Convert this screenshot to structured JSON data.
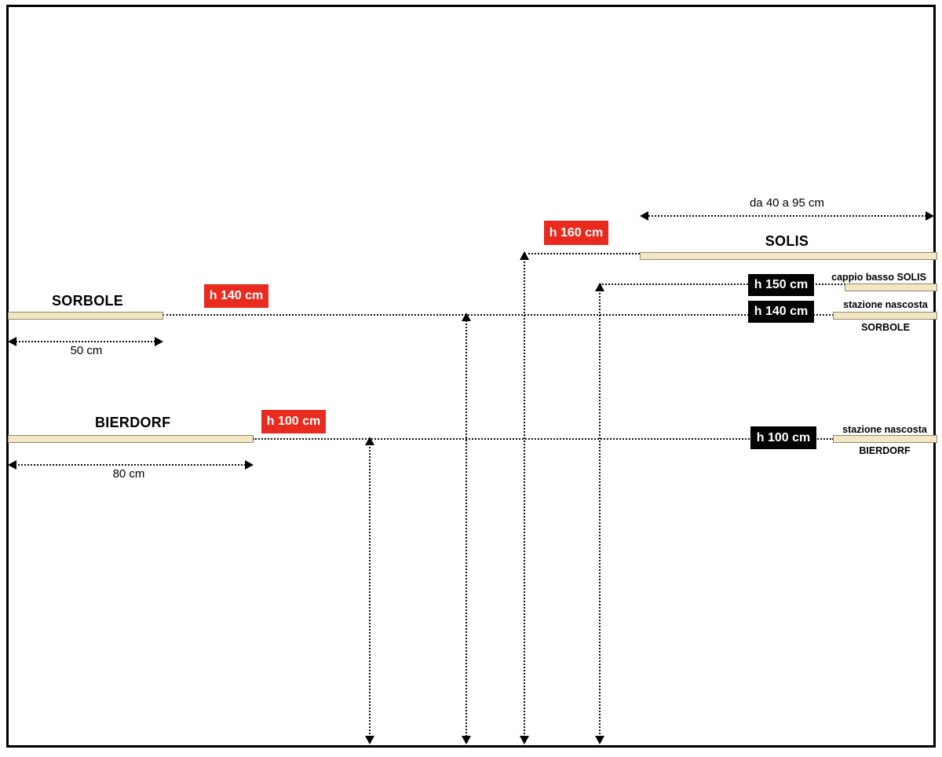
{
  "colors": {
    "accent_red": "#E92A1E",
    "badge_black": "#030303",
    "shelf_fill": "#F4E6C3",
    "shelf_border": "#8A8A70",
    "line_black": "#111111"
  },
  "left_platforms": {
    "sorbole": {
      "title": "SORBOLE",
      "height_badge": "h 140 cm",
      "width_measure": "50 cm"
    },
    "bierdorf": {
      "title": "BIERDORF",
      "height_badge": "h 100 cm",
      "width_measure": "80 cm"
    }
  },
  "solis": {
    "title": "SOLIS",
    "height_badge": "h 160 cm",
    "range_measure": "da 40 a 95 cm"
  },
  "right_stations": {
    "cappio_solis": {
      "height_badge": "h 150 cm",
      "caption": "cappio basso SOLIS"
    },
    "sorbole": {
      "height_badge": "h 140 cm",
      "caption_line1": "stazione nascosta",
      "caption_line2": "SORBOLE"
    },
    "bierdorf": {
      "height_badge": "h 100 cm",
      "caption_line1": "stazione nascosta",
      "caption_line2": "BIERDORF"
    }
  }
}
